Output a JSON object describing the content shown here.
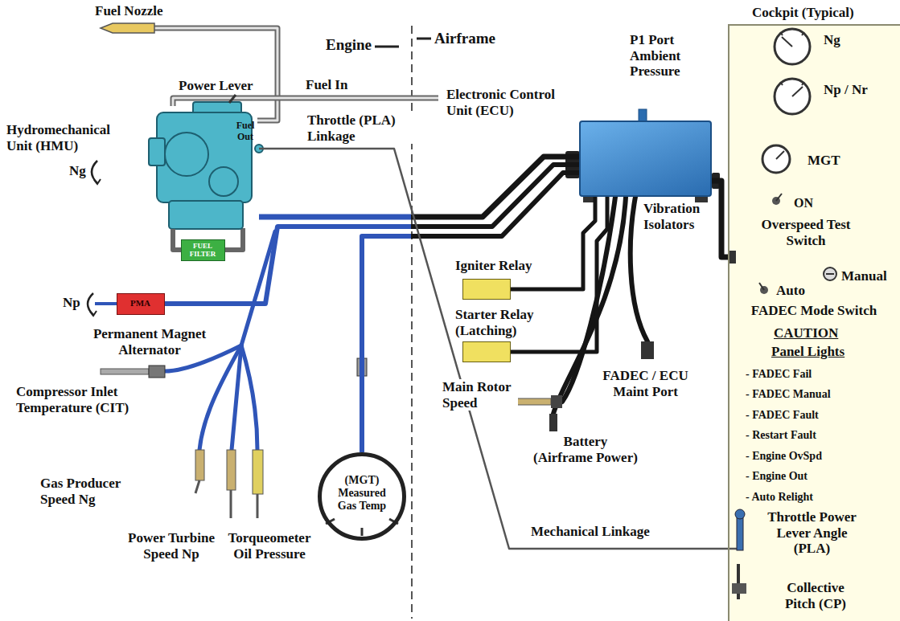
{
  "diagram": {
    "nodes": [
      {
        "text": [
          "Cockpit (Typical)",
          "Ng",
          "Np / Nr",
          "MGT",
          "ON",
          "Overspeed Test Switch",
          "Manual",
          "Auto",
          "FADEC Mode Switch",
          "CAUTION",
          "Panel Lights",
          "- FADEC Fail",
          "- FADEC Manual",
          "- FADEC Fault",
          "- Restart Fault",
          "- Engine OvSpd",
          "- Engine Out",
          "- Auto Relight",
          "Throttle Power Lever Angle (PLA)",
          "Collective Pitch (CP)"
        ]
      },
      {
        "text": [
          "Electronic Control Unit (ECU)"
        ]
      },
      {
        "text": [
          "Hydromechanical Unit (HMU)"
        ]
      },
      {
        "text": [
          "FUEL FILTER"
        ]
      },
      {
        "text": [
          "PMA",
          "Permanent Magnet Alternator"
        ]
      },
      {
        "text": [
          "(MGT) Measured Gas Temp"
        ]
      },
      {
        "text": [
          "Igniter Relay"
        ]
      },
      {
        "text": [
          "Starter Relay (Latching)"
        ]
      }
    ],
    "edges": [
      {
        "from": 2,
        "to": 1,
        "arrow": "none"
      },
      {
        "from": 4,
        "to": 1,
        "arrow": "none"
      },
      {
        "from": 5,
        "to": 1,
        "arrow": "none"
      },
      {
        "from": 1,
        "to": 6,
        "arrow": "none"
      },
      {
        "from": 1,
        "to": 7,
        "arrow": "none"
      },
      {
        "from": 1,
        "to": 0,
        "arrow": "none"
      },
      {
        "from": 2,
        "to": 3,
        "arrow": "none"
      },
      {
        "from": 2,
        "to": 0,
        "arrow": "none"
      }
    ],
    "labels": [
      "Fuel Nozzle",
      "Engine",
      "Airframe",
      "Fuel In",
      "Power Lever",
      "Fuel Out",
      "Throttle (PLA) Linkage",
      "P1 Port Ambient Pressure",
      "Vibration Isolators",
      "Ng",
      "Np",
      "Compressor Inlet Temperature (CIT)",
      "Gas Producer Speed Ng",
      "Power Turbine Speed Np",
      "Torqueometer Oil Pressure",
      "Main Rotor Speed",
      "Battery (Airframe Power)",
      "FADEC / ECU Maint Port",
      "Mechanical Linkage"
    ]
  }
}
